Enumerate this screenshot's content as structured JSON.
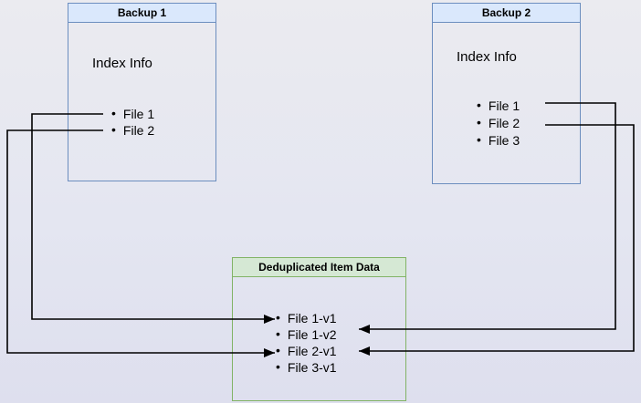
{
  "backup1": {
    "title": "Backup 1",
    "subtitle": "Index Info",
    "files": [
      "File 1",
      "File 2"
    ]
  },
  "backup2": {
    "title": "Backup 2",
    "subtitle": "Index Info",
    "files": [
      "File 1",
      "File 2",
      "File 3"
    ]
  },
  "dedup": {
    "title": "Deduplicated Item Data",
    "items": [
      "File 1-v1",
      "File 1-v2",
      "File 2-v1",
      "File 3-v1"
    ]
  },
  "bullet": "•",
  "colors": {
    "blue_header_fill": "#dae8fc",
    "blue_border": "#6c8ebf",
    "green_header_fill": "#d5e8d4",
    "green_border": "#82b366",
    "connector": "#000000",
    "background": "#e4e6f1",
    "text": "#000000"
  }
}
